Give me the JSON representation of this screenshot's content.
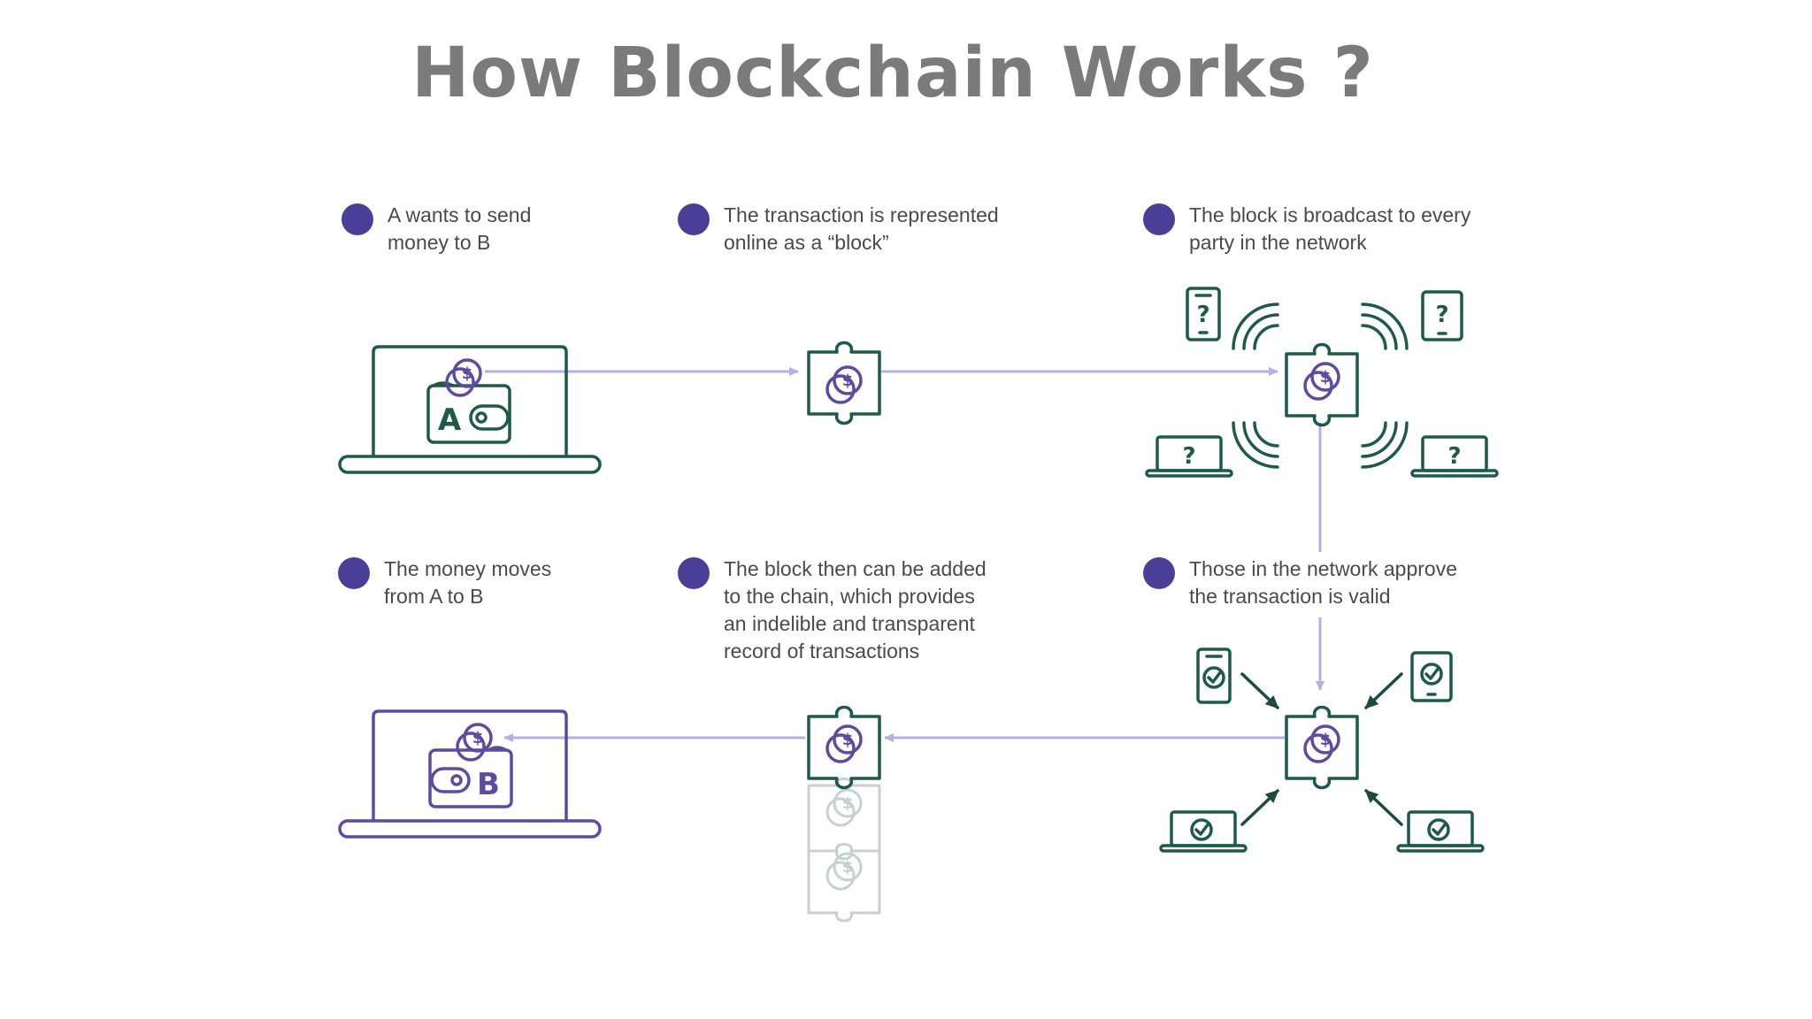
{
  "title": "How Blockchain Works ?",
  "colors": {
    "title": "#7b7b7b",
    "step_dot": "#4a3f96",
    "outline_green": "#1d5a4a",
    "outline_purple": "#5e4aa0",
    "flow_arrow": "#b8aee6"
  },
  "steps": [
    {
      "text": "A wants to send\nmoney to B"
    },
    {
      "text": "The transaction is represented\nonline as a “block”"
    },
    {
      "text": "The block is broadcast to every\nparty in the network"
    },
    {
      "text": "The money moves\nfrom A to B"
    },
    {
      "text": "The block then can be added\nto the chain, which provides\nan indelible and transparent\nrecord of transactions"
    },
    {
      "text": "Those in the network approve\nthe transaction is valid"
    }
  ],
  "wallets": {
    "sender_letter": "A",
    "receiver_letter": "B"
  },
  "symbols": {
    "coin": "$",
    "unknown": "?"
  },
  "icons": {
    "laptop": "laptop-icon",
    "wallet": "wallet-icon",
    "block": "puzzle-block-icon",
    "device_phone": "phone-icon",
    "device_tablet": "tablet-icon",
    "signal": "signal-waves-icon",
    "approval": "checkmark-icon"
  }
}
